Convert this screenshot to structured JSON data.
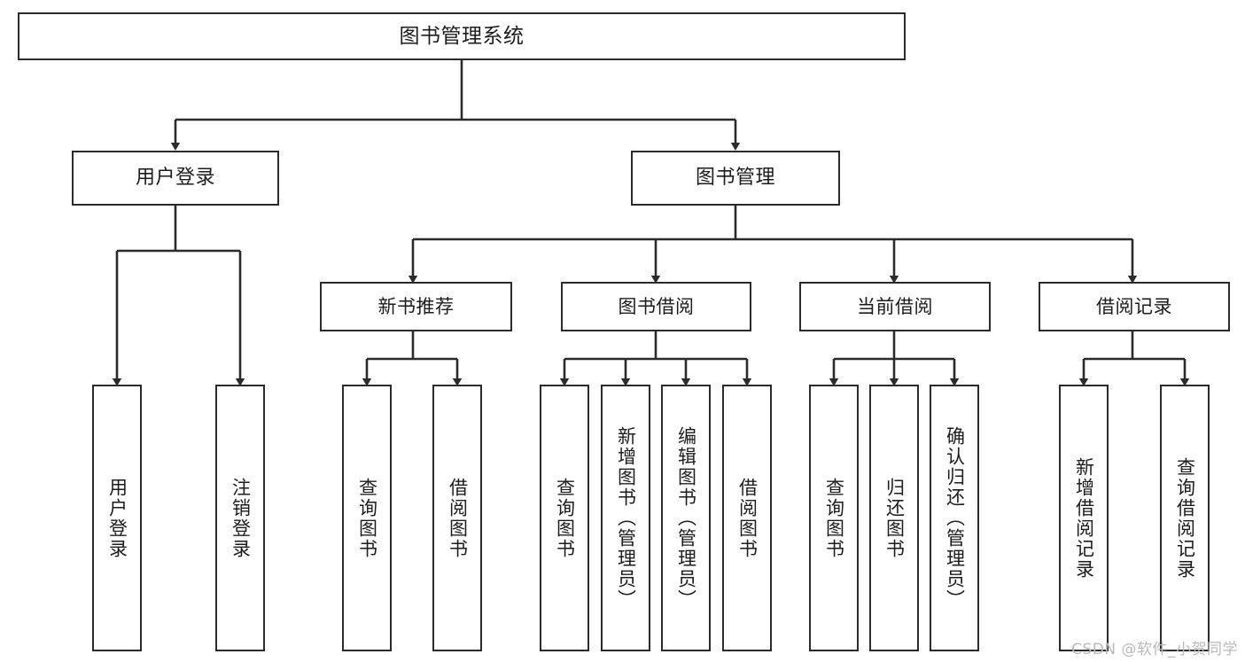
{
  "diagram": {
    "title": "图书管理系统",
    "type": "tree",
    "watermark": "CSDN @软件_小贺同学",
    "colors": {
      "stroke": "#2b2b2b",
      "fill": "#ffffff",
      "text": "#1c1c1c",
      "watermark": "#b9b9b9"
    },
    "nodes": {
      "root": {
        "label": "图书管理系统"
      },
      "level2": [
        {
          "label": "用户登录"
        },
        {
          "label": "图书管理"
        }
      ],
      "level3": [
        {
          "label": "新书推荐"
        },
        {
          "label": "图书借阅"
        },
        {
          "label": "当前借阅"
        },
        {
          "label": "借阅记录"
        }
      ],
      "leaves": {
        "user_login": [
          {
            "label": "用户登录"
          },
          {
            "label": "注销登录"
          }
        ],
        "new_book": [
          {
            "label": "查询图书"
          },
          {
            "label": "借阅图书"
          }
        ],
        "borrow_book": [
          {
            "label": "查询图书"
          },
          {
            "label": "新增图书（管理员）"
          },
          {
            "label": "编辑图书（管理员）"
          },
          {
            "label": "借阅图书"
          }
        ],
        "current_borrow": [
          {
            "label": "查询图书"
          },
          {
            "label": "归还图书"
          },
          {
            "label": "确认归还（管理员）"
          }
        ],
        "borrow_record": [
          {
            "label": "新增借阅记录"
          },
          {
            "label": "查询借阅记录"
          }
        ]
      }
    }
  }
}
